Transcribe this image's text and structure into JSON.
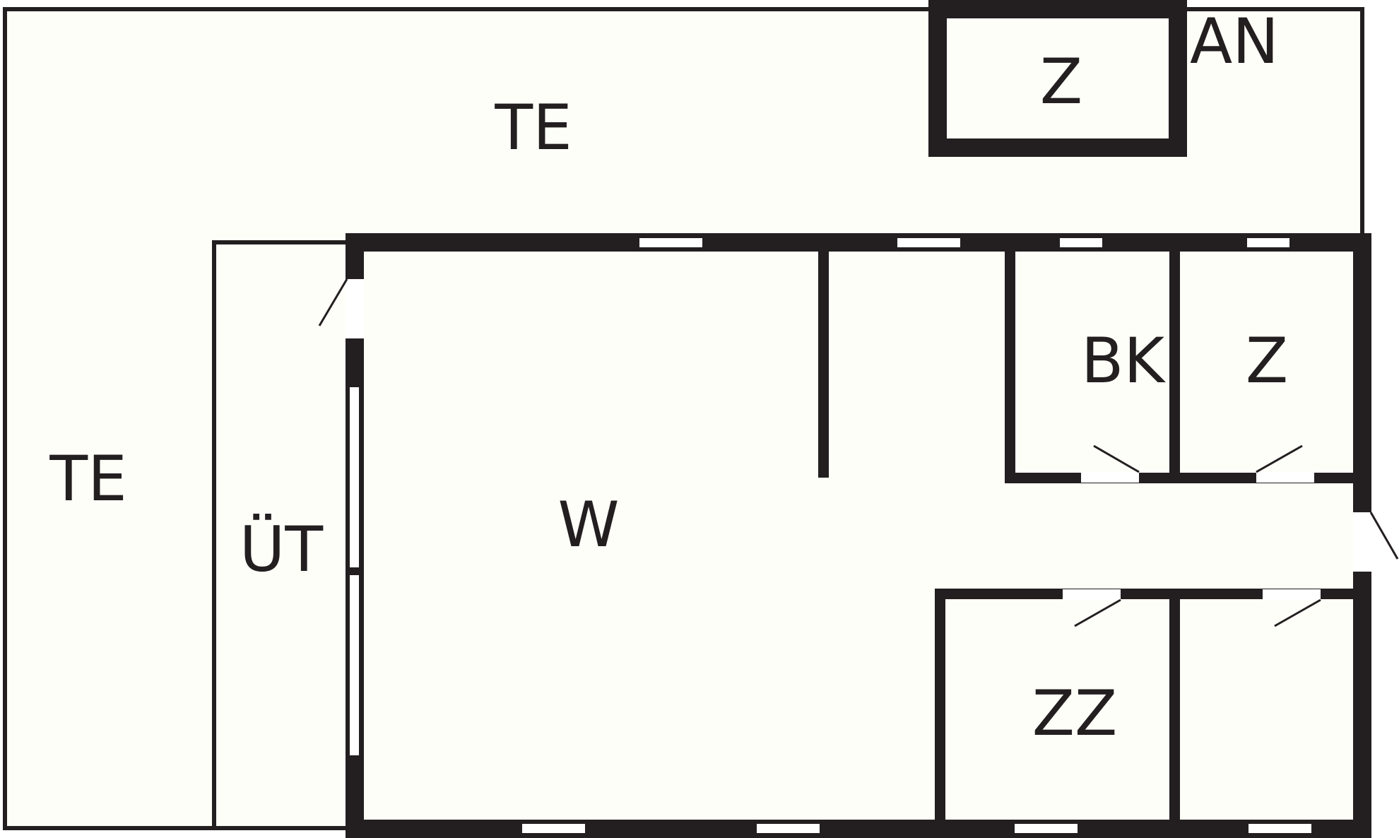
{
  "diagram": {
    "type": "floor-plan",
    "colors": {
      "floor": "#fefef8",
      "wall": "#231f20",
      "opening": "#ffffff"
    },
    "rooms": {
      "terrace_top": "TE",
      "terrace_left": "TE",
      "storage_room": "Z",
      "annex": "AN",
      "overhang": "ÜT",
      "living": "W",
      "bathroom_kitchen": "BK",
      "room_right_top": "Z",
      "double_room": "ZZ"
    }
  }
}
